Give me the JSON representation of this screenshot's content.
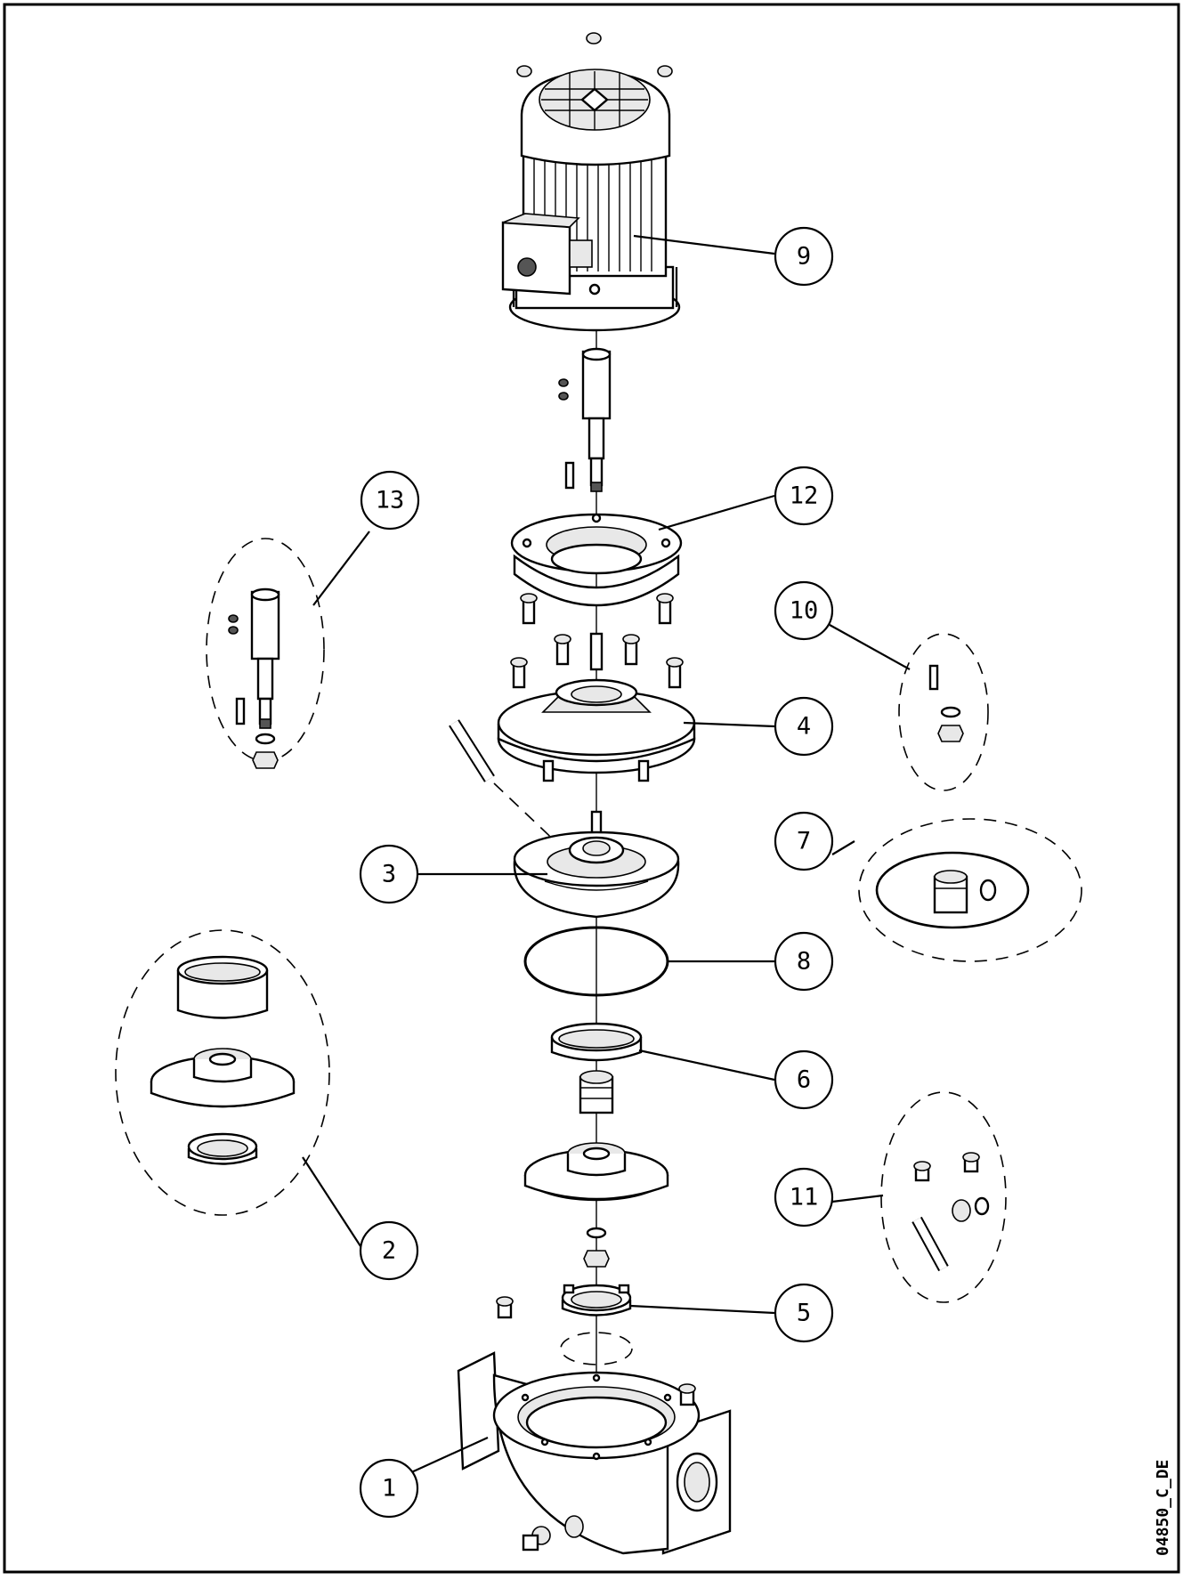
{
  "drawing": {
    "doc_id": "04850_C_DE",
    "callouts": [
      {
        "id": "c1",
        "label": "1"
      },
      {
        "id": "c2",
        "label": "2"
      },
      {
        "id": "c3",
        "label": "3"
      },
      {
        "id": "c4",
        "label": "4"
      },
      {
        "id": "c5",
        "label": "5"
      },
      {
        "id": "c6",
        "label": "6"
      },
      {
        "id": "c7",
        "label": "7"
      },
      {
        "id": "c8",
        "label": "8"
      },
      {
        "id": "c9",
        "label": "9"
      },
      {
        "id": "c10",
        "label": "10"
      },
      {
        "id": "c11",
        "label": "11"
      },
      {
        "id": "c12",
        "label": "12"
      },
      {
        "id": "c13",
        "label": "13"
      }
    ]
  }
}
